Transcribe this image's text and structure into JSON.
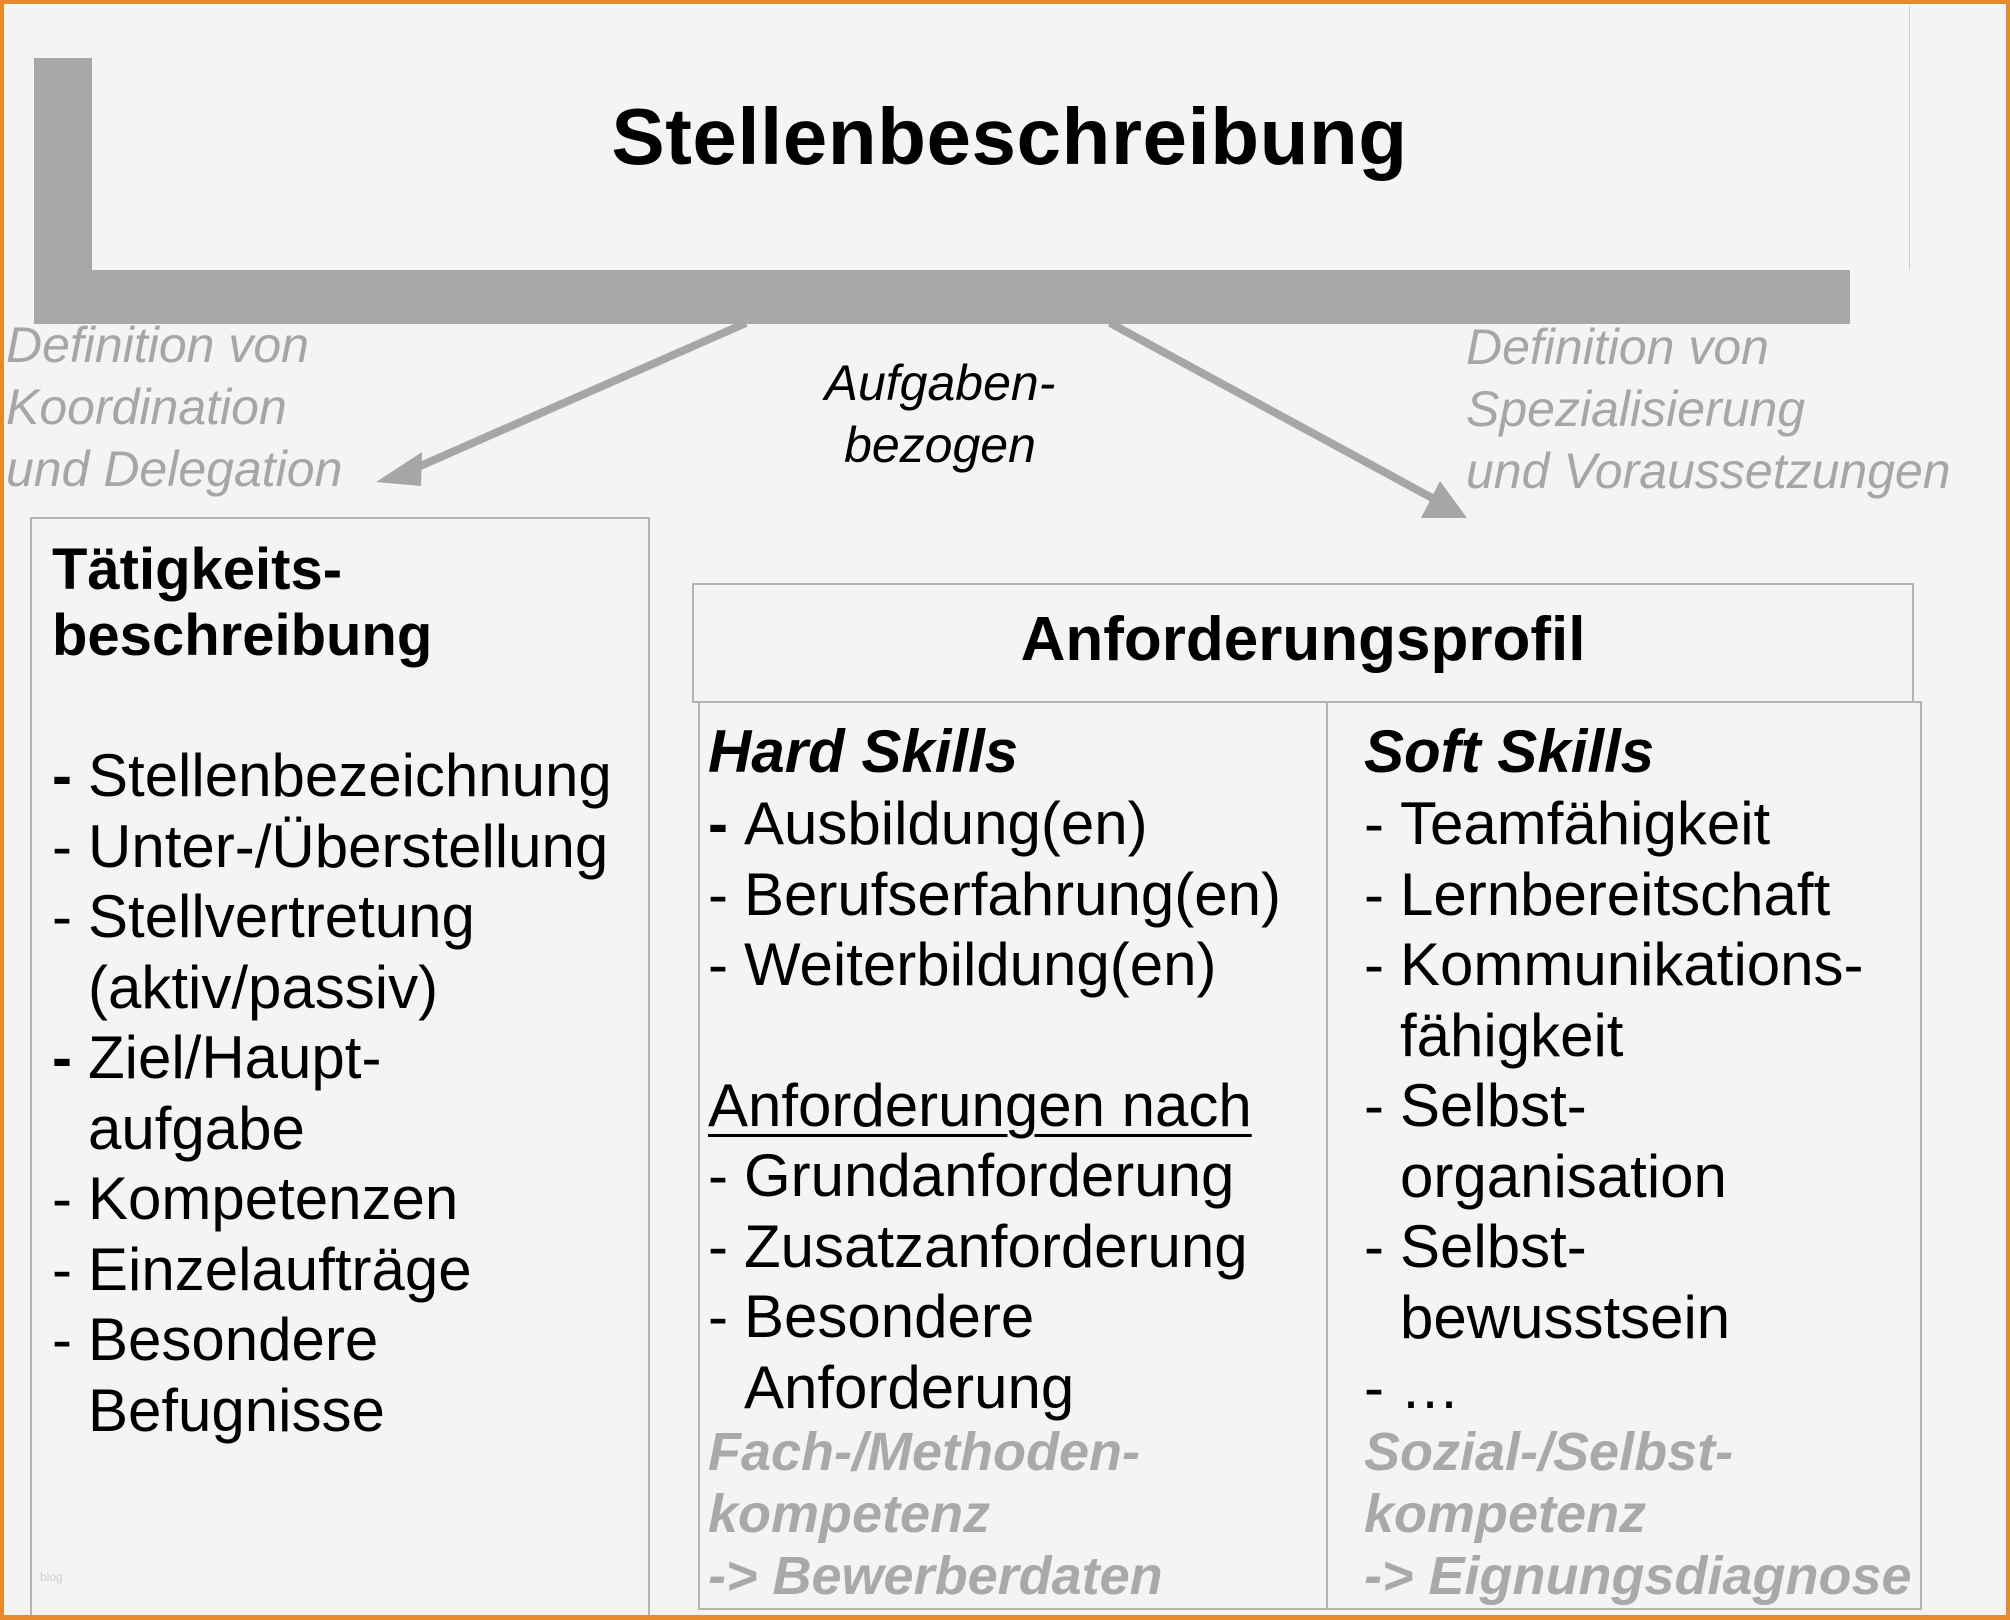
{
  "title": "Stellenbeschreibung",
  "captions": {
    "left": [
      "Definition von",
      "Koordination",
      "und Delegation"
    ],
    "center": [
      "Aufgaben-",
      "bezogen"
    ],
    "right": [
      "Definition von",
      "Spezialisierung",
      "und Voraussetzungen"
    ]
  },
  "taetigkeit": {
    "heading": [
      "Tätigkeits-",
      "beschreibung"
    ],
    "items": [
      {
        "dash": "-",
        "text": "Stellenbezeichnung"
      },
      {
        "dash": "-",
        "text": "Unter-/Überstellung"
      },
      {
        "dash": "-",
        "text": "Stellvertretung"
      },
      {
        "dash": "",
        "text": "(aktiv/passiv)"
      },
      {
        "dash": "-",
        "text": "Ziel/Haupt-"
      },
      {
        "dash": "",
        "text": "aufgabe"
      },
      {
        "dash": "-",
        "text": "Kompetenzen"
      },
      {
        "dash": "-",
        "text": "Einzelaufträge"
      },
      {
        "dash": "-",
        "text": "Besondere"
      },
      {
        "dash": "",
        "text": "Befugnisse"
      }
    ]
  },
  "profil": {
    "heading": "Anforderungsprofil",
    "hard_skills": {
      "heading": "Hard Skills",
      "items": [
        {
          "dash": "-",
          "text": "Ausbildung(en)"
        },
        {
          "dash": "-",
          "text": "Berufserfahrung(en)"
        },
        {
          "dash": "-",
          "text": "Weiterbildung(en)"
        }
      ],
      "sub_heading": "Anforderungen nach",
      "sub_items": [
        {
          "dash": "-",
          "text": "Grundanforderung"
        },
        {
          "dash": "-",
          "text": "Zusatzanforderung"
        },
        {
          "dash": "-",
          "text": "Besondere"
        },
        {
          "dash": "",
          "text": "Anforderung"
        }
      ],
      "footer": [
        "Fach-/Methoden-",
        "kompetenz",
        "-> Bewerberdaten"
      ]
    },
    "soft_skills": {
      "heading": "Soft Skills",
      "items": [
        {
          "dash": "-",
          "text": "Teamfähigkeit"
        },
        {
          "dash": "-",
          "text": "Lernbereitschaft"
        },
        {
          "dash": "-",
          "text": "Kommunikations-"
        },
        {
          "dash": "",
          "text": "fähigkeit"
        },
        {
          "dash": "-",
          "text": "Selbst-"
        },
        {
          "dash": "",
          "text": "organisation"
        },
        {
          "dash": "-",
          "text": "Selbst-"
        },
        {
          "dash": "",
          "text": "bewusstsein"
        },
        {
          "dash": "-",
          "text": "…"
        }
      ],
      "footer": [
        "Sozial-/Selbst-",
        "kompetenz",
        "-> Eignungsdiagnose"
      ]
    }
  },
  "watermark": "blog",
  "colors": {
    "frame": "#e8892b",
    "background": "#f4f4f4",
    "shadow": "#a8a8a8",
    "arrow": "#a6a6a6",
    "caption_gray": "#a6a6a6",
    "border": "#b4b4b4"
  }
}
